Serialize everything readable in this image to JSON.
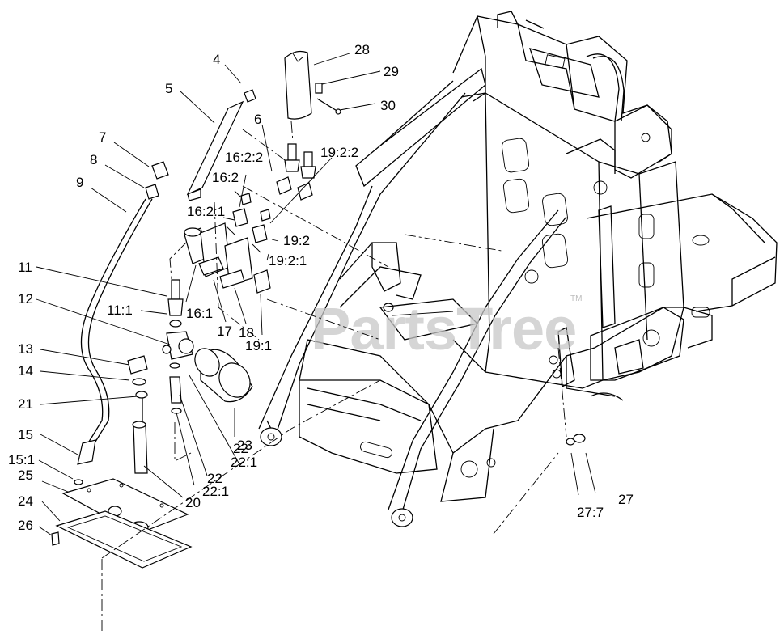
{
  "watermark": {
    "text": "PartsTree",
    "mark": "TM"
  },
  "callouts": [
    {
      "id": "4",
      "label": "4"
    },
    {
      "id": "5",
      "label": "5"
    },
    {
      "id": "6",
      "label": "6"
    },
    {
      "id": "7",
      "label": "7"
    },
    {
      "id": "8",
      "label": "8"
    },
    {
      "id": "9",
      "label": "9"
    },
    {
      "id": "11",
      "label": "11"
    },
    {
      "id": "11-1",
      "label": "11:1"
    },
    {
      "id": "12",
      "label": "12"
    },
    {
      "id": "13",
      "label": "13"
    },
    {
      "id": "14",
      "label": "14"
    },
    {
      "id": "15",
      "label": "15"
    },
    {
      "id": "15-1",
      "label": "15:1"
    },
    {
      "id": "16-1",
      "label": "16:1"
    },
    {
      "id": "16-2",
      "label": "16:2"
    },
    {
      "id": "16-2-1",
      "label": "16:2:1"
    },
    {
      "id": "16-2-2",
      "label": "16:2:2"
    },
    {
      "id": "17",
      "label": "17"
    },
    {
      "id": "18",
      "label": "18"
    },
    {
      "id": "19-1",
      "label": "19:1"
    },
    {
      "id": "19-2",
      "label": "19:2"
    },
    {
      "id": "19-2-1",
      "label": "19:2:1"
    },
    {
      "id": "19-2-2",
      "label": "19:2:2"
    },
    {
      "id": "20",
      "label": "20"
    },
    {
      "id": "21",
      "label": "21"
    },
    {
      "id": "22-a",
      "label": "22"
    },
    {
      "id": "22-1-a",
      "label": "22:1"
    },
    {
      "id": "22-b",
      "label": "22"
    },
    {
      "id": "22-1-b",
      "label": "22:1"
    },
    {
      "id": "23",
      "label": "23"
    },
    {
      "id": "24",
      "label": "24"
    },
    {
      "id": "25",
      "label": "25"
    },
    {
      "id": "26",
      "label": "26"
    },
    {
      "id": "27",
      "label": "27"
    },
    {
      "id": "27-7",
      "label": "27:7"
    },
    {
      "id": "28",
      "label": "28"
    },
    {
      "id": "29",
      "label": "29"
    },
    {
      "id": "30",
      "label": "30"
    }
  ]
}
